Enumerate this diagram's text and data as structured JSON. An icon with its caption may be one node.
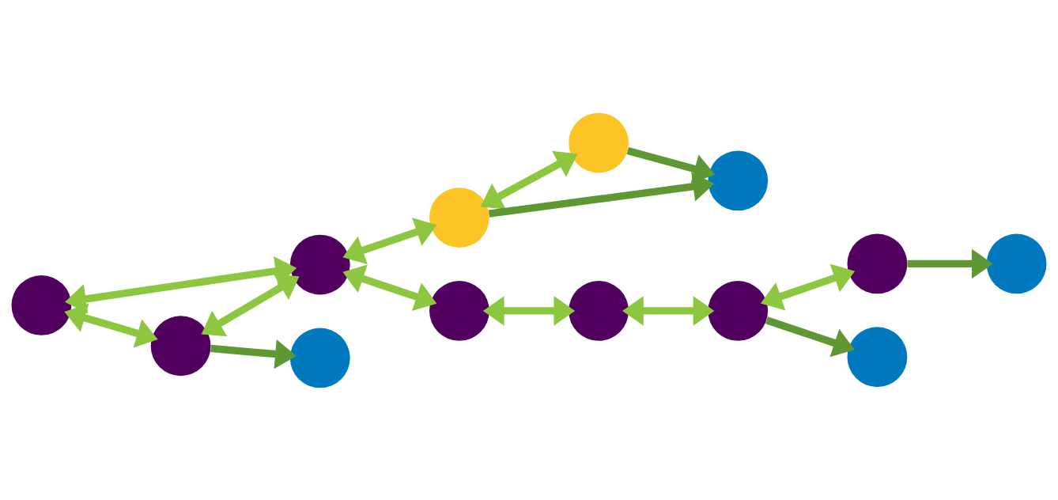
{
  "diagram": {
    "nodes": [
      {
        "text": [],
        "shape": "circle"
      },
      {
        "text": [],
        "shape": "circle"
      },
      {
        "text": [],
        "shape": "circle"
      },
      {
        "text": [],
        "shape": "circle"
      },
      {
        "text": [],
        "shape": "circle"
      },
      {
        "text": [],
        "shape": "circle"
      },
      {
        "text": [],
        "shape": "circle"
      },
      {
        "text": [],
        "shape": "circle"
      },
      {
        "text": [],
        "shape": "circle"
      },
      {
        "text": [],
        "shape": "circle"
      },
      {
        "text": [],
        "shape": "circle"
      },
      {
        "text": [],
        "shape": "circle"
      },
      {
        "text": [],
        "shape": "circle"
      }
    ],
    "edges": [
      {
        "from": 0,
        "to": 5,
        "arrow": "both"
      },
      {
        "from": 0,
        "to": 3,
        "arrow": "both"
      },
      {
        "from": 5,
        "to": 3,
        "arrow": "both"
      },
      {
        "from": 3,
        "to": 1,
        "arrow": "both"
      },
      {
        "from": 3,
        "to": 4,
        "arrow": "both"
      },
      {
        "from": 4,
        "to": 6,
        "arrow": "both"
      },
      {
        "from": 6,
        "to": 7,
        "arrow": "both"
      },
      {
        "from": 7,
        "to": 8,
        "arrow": "both"
      },
      {
        "from": 1,
        "to": 2,
        "arrow": "both"
      },
      {
        "from": 5,
        "to": 9,
        "arrow": "to",
        "color": "#5f9732"
      },
      {
        "from": 8,
        "to": 10,
        "arrow": "to",
        "color": "#5f9732"
      },
      {
        "from": 7,
        "to": 11,
        "arrow": "to",
        "color": "#5f9732"
      },
      {
        "from": 1,
        "to": 12,
        "arrow": "to",
        "color": "#5f9732"
      },
      {
        "from": 2,
        "to": 12,
        "arrow": "to",
        "color": "#5f9732"
      }
    ]
  }
}
